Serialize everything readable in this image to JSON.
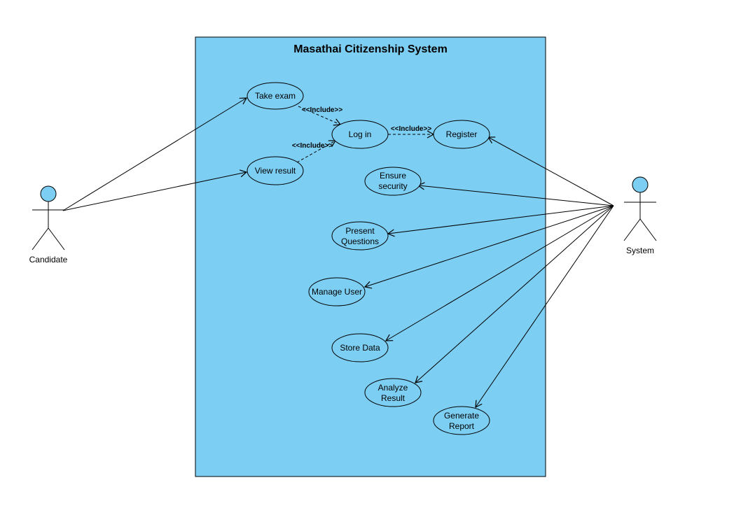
{
  "system": {
    "title": "Masathai Citizenship System",
    "fill_color": "#7dcef3"
  },
  "actors": {
    "candidate": {
      "label": "Candidate"
    },
    "system": {
      "label": "System"
    }
  },
  "use_cases": {
    "take_exam": {
      "label": "Take exam"
    },
    "view_result": {
      "label": "View result"
    },
    "log_in": {
      "label": "Log in"
    },
    "register": {
      "label": "Register"
    },
    "ensure_security": {
      "line1": "Ensure",
      "line2": "security"
    },
    "present_questions": {
      "line1": "Present",
      "line2": "Questions"
    },
    "manage_user": {
      "label": "Manage User"
    },
    "store_data": {
      "label": "Store Data"
    },
    "analyze_result": {
      "line1": "Analyze",
      "line2": "Result"
    },
    "generate_report": {
      "line1": "Generate",
      "line2": "Report"
    }
  },
  "relations": {
    "include_label": "<<Include>>"
  }
}
